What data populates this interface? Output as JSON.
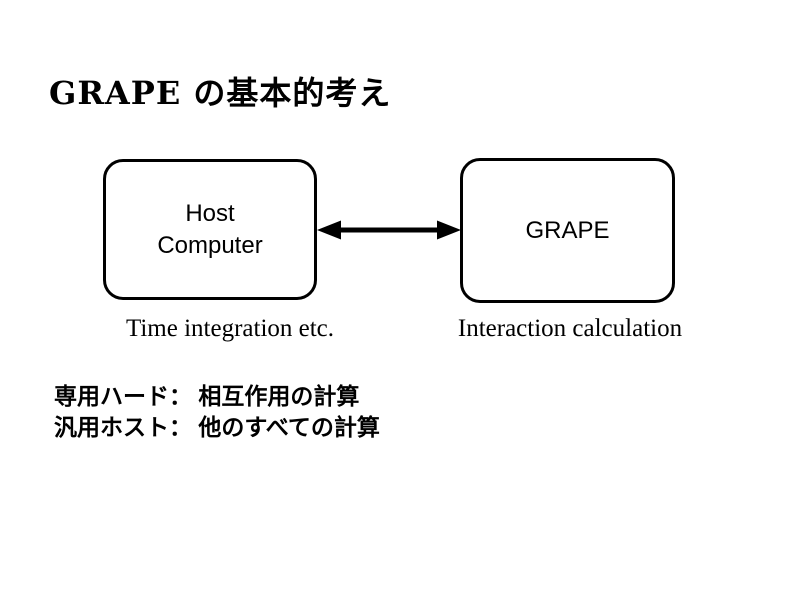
{
  "page": {
    "background_color": "#ffffff",
    "foreground_color": "#000000"
  },
  "title": "GRAPE の基本的考え",
  "diagram": {
    "host_box": {
      "label": "Host\nComputer",
      "caption": "Time integration etc."
    },
    "grape_box": {
      "label": "GRAPE",
      "caption": "Interaction calculation"
    },
    "arrow": {
      "type": "double-headed",
      "color": "#000000"
    }
  },
  "notes": [
    "専用ハード： 相互作用の計算",
    "汎用ホスト： 他のすべての計算"
  ]
}
